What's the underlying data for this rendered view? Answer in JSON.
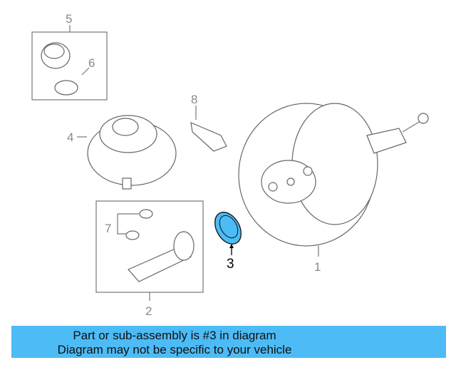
{
  "diagram": {
    "callouts": [
      "1",
      "2",
      "3",
      "4",
      "5",
      "6",
      "7",
      "8"
    ],
    "highlighted_part": "3",
    "highlight_color": "#4dbbf5"
  },
  "banner": {
    "line1": "Part or sub-assembly is #3 in diagram",
    "line2": "Diagram may not be specific to your vehicle",
    "background": "#4dbbf5"
  }
}
